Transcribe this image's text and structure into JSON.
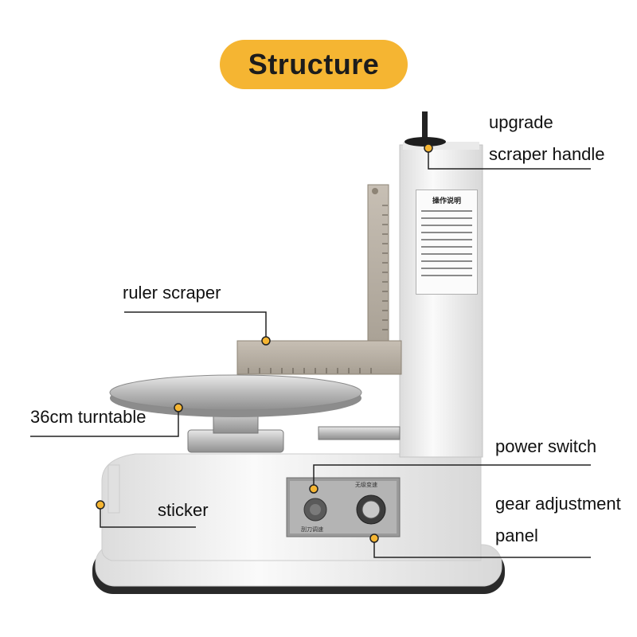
{
  "title": "Structure",
  "labels": {
    "upgrade": "upgrade",
    "scraper_handle": "scraper handle",
    "ruler_scraper": "ruler scraper",
    "turntable": "36cm turntable",
    "power_switch": "power switch",
    "sticker": "sticker",
    "gear_adjustment": "gear adjustment",
    "panel": "panel"
  },
  "machine_text": {
    "instruction_title": "操作说明",
    "panel_left_bottom": "刮刀调速",
    "panel_right_top": "无级变速"
  },
  "colors": {
    "title_pill": "#f5b532",
    "marker_dot": "#f5b532",
    "leader_line": "#222222",
    "machine_body": "#f2f2f2"
  }
}
